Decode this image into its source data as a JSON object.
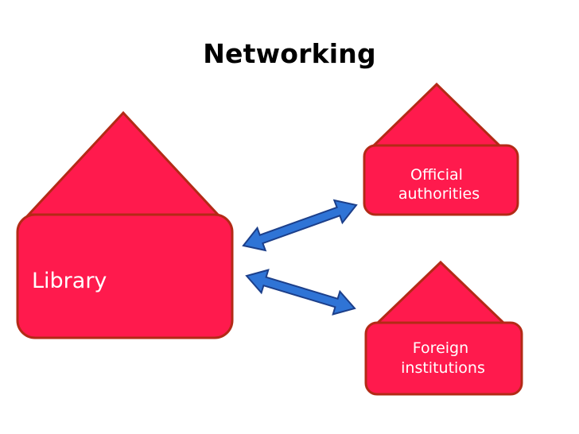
{
  "title": "Networking",
  "nodes": [
    {
      "id": "library",
      "label_lines": [
        "Library"
      ]
    },
    {
      "id": "official",
      "label_lines": [
        "Official",
        "authorities"
      ]
    },
    {
      "id": "foreign",
      "label_lines": [
        "Foreign",
        "institutions"
      ]
    }
  ],
  "edges": [
    {
      "from": "library",
      "to": "official",
      "direction": "both"
    },
    {
      "from": "library",
      "to": "foreign",
      "direction": "both"
    }
  ],
  "colors": {
    "node_fill": "#ff1a4d",
    "node_stroke": "#b32a16",
    "arrow_fill": "#2f74d6",
    "arrow_stroke": "#1c3f8a",
    "label": "#ffffff"
  }
}
